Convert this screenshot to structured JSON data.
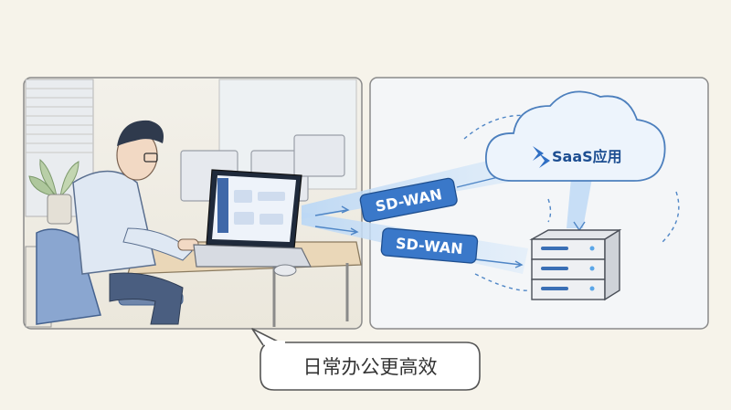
{
  "cloud": {
    "label": "SaaS应用",
    "icon": "saas-logo-icon"
  },
  "links": [
    {
      "label": "SD-WAN"
    },
    {
      "label": "SD-WAN"
    }
  ],
  "caption": {
    "text": "日常办公更高效"
  },
  "colors": {
    "background": "#f6f3ea",
    "accent": "#2f6fc4",
    "label_fill": "#3a78c9",
    "beam": "#a9ccf0",
    "ink": "#555555"
  }
}
